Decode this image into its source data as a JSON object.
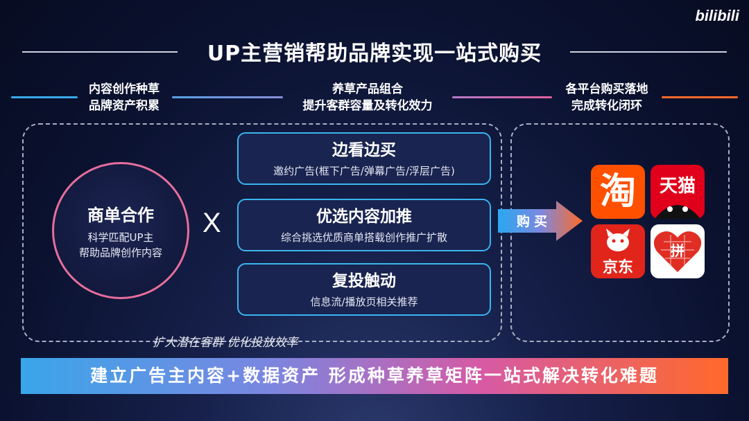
{
  "logo": "bilibili",
  "title": "UP主营销帮助品牌实现一站式购买",
  "stages": [
    {
      "line1": "内容创作种草",
      "line2": "品牌资产积累"
    },
    {
      "line1": "养草产品组合",
      "line2": "提升客群容量及转化效力"
    },
    {
      "line1": "各平台购买落地",
      "line2": "完成转化闭环"
    }
  ],
  "circle": {
    "title": "商单合作",
    "line1": "科学匹配UP主",
    "line2": "帮助品牌创作内容"
  },
  "times_symbol": "X",
  "cards": [
    {
      "title": "边看边买",
      "subtitle": "邀约广告(框下广告/弹幕广告/浮层广告)"
    },
    {
      "title": "优选内容加推",
      "subtitle": "综合挑选优质商单搭载创作推广扩散"
    },
    {
      "title": "复投触动",
      "subtitle": "信息流/播放页相关推荐"
    }
  ],
  "expand_text": "扩大潜在客群 优化投放效率",
  "buy_label": "购买",
  "apps": [
    {
      "icon": "taobao-icon",
      "text": "淘",
      "color": "#ff5000"
    },
    {
      "icon": "tmall-icon",
      "text": "天猫",
      "color": "#e0001b"
    },
    {
      "icon": "jd-icon",
      "text": "京东",
      "color": "#e1251b"
    },
    {
      "icon": "pinduoduo-icon",
      "text": "拼",
      "color": "#e02e24"
    }
  ],
  "banner": "建立广告主内容+数据资产 形成种草养草矩阵一站式解决转化难题",
  "colors": {
    "bg": "#0b1230",
    "card_border": "#3ab5f0",
    "circle_border": "#e66f9c",
    "accent_orange": "#ff6a2a"
  }
}
